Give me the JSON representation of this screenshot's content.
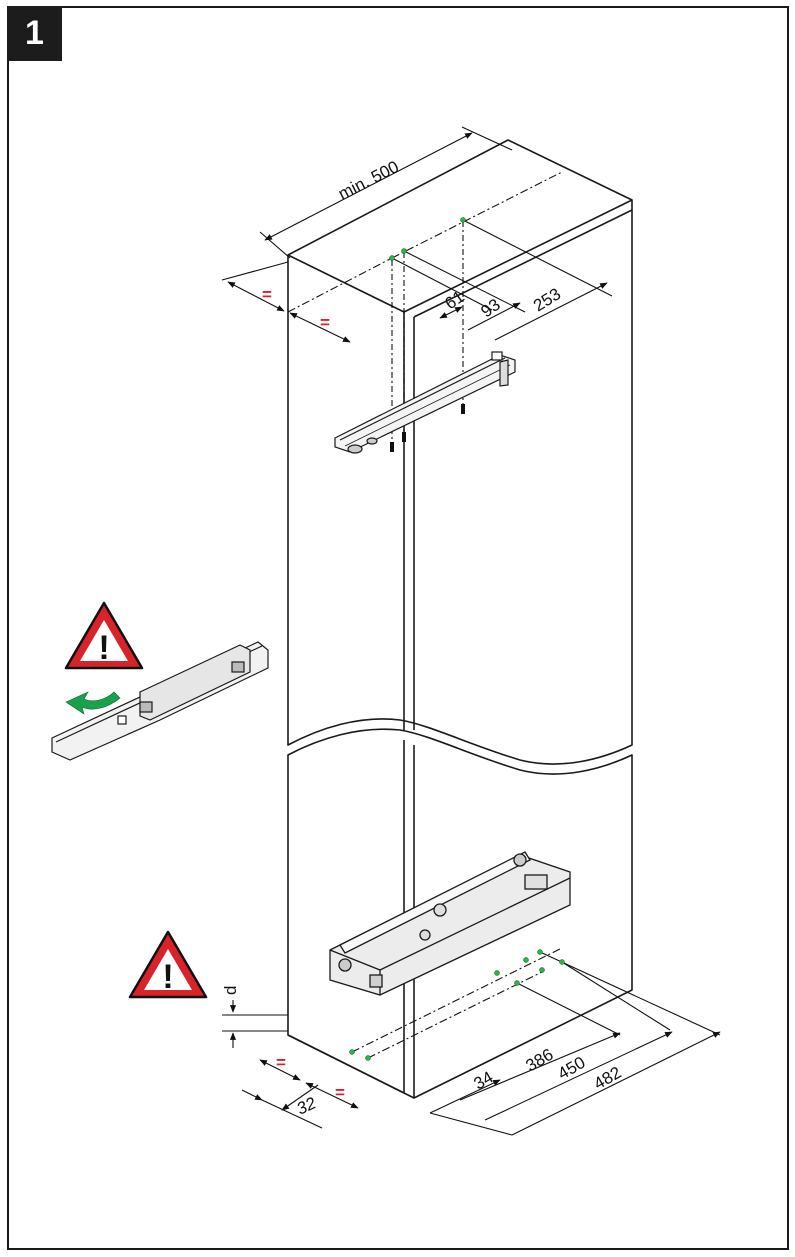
{
  "step_number": "1",
  "dimensions": {
    "min_depth": "min. 500",
    "top_61": "61",
    "top_93": "93",
    "top_253": "253",
    "bottom_34": "34",
    "bottom_386": "386",
    "bottom_450": "450",
    "bottom_482": "482",
    "bottom_32": "32",
    "d_label": "d"
  },
  "equal_mark": "=",
  "warning_glyph": "!",
  "colors": {
    "warning_red": "#d8232a",
    "arrow_green": "#1aa24a",
    "hole_green": "#2db34a",
    "line": "#1a1a1a"
  }
}
